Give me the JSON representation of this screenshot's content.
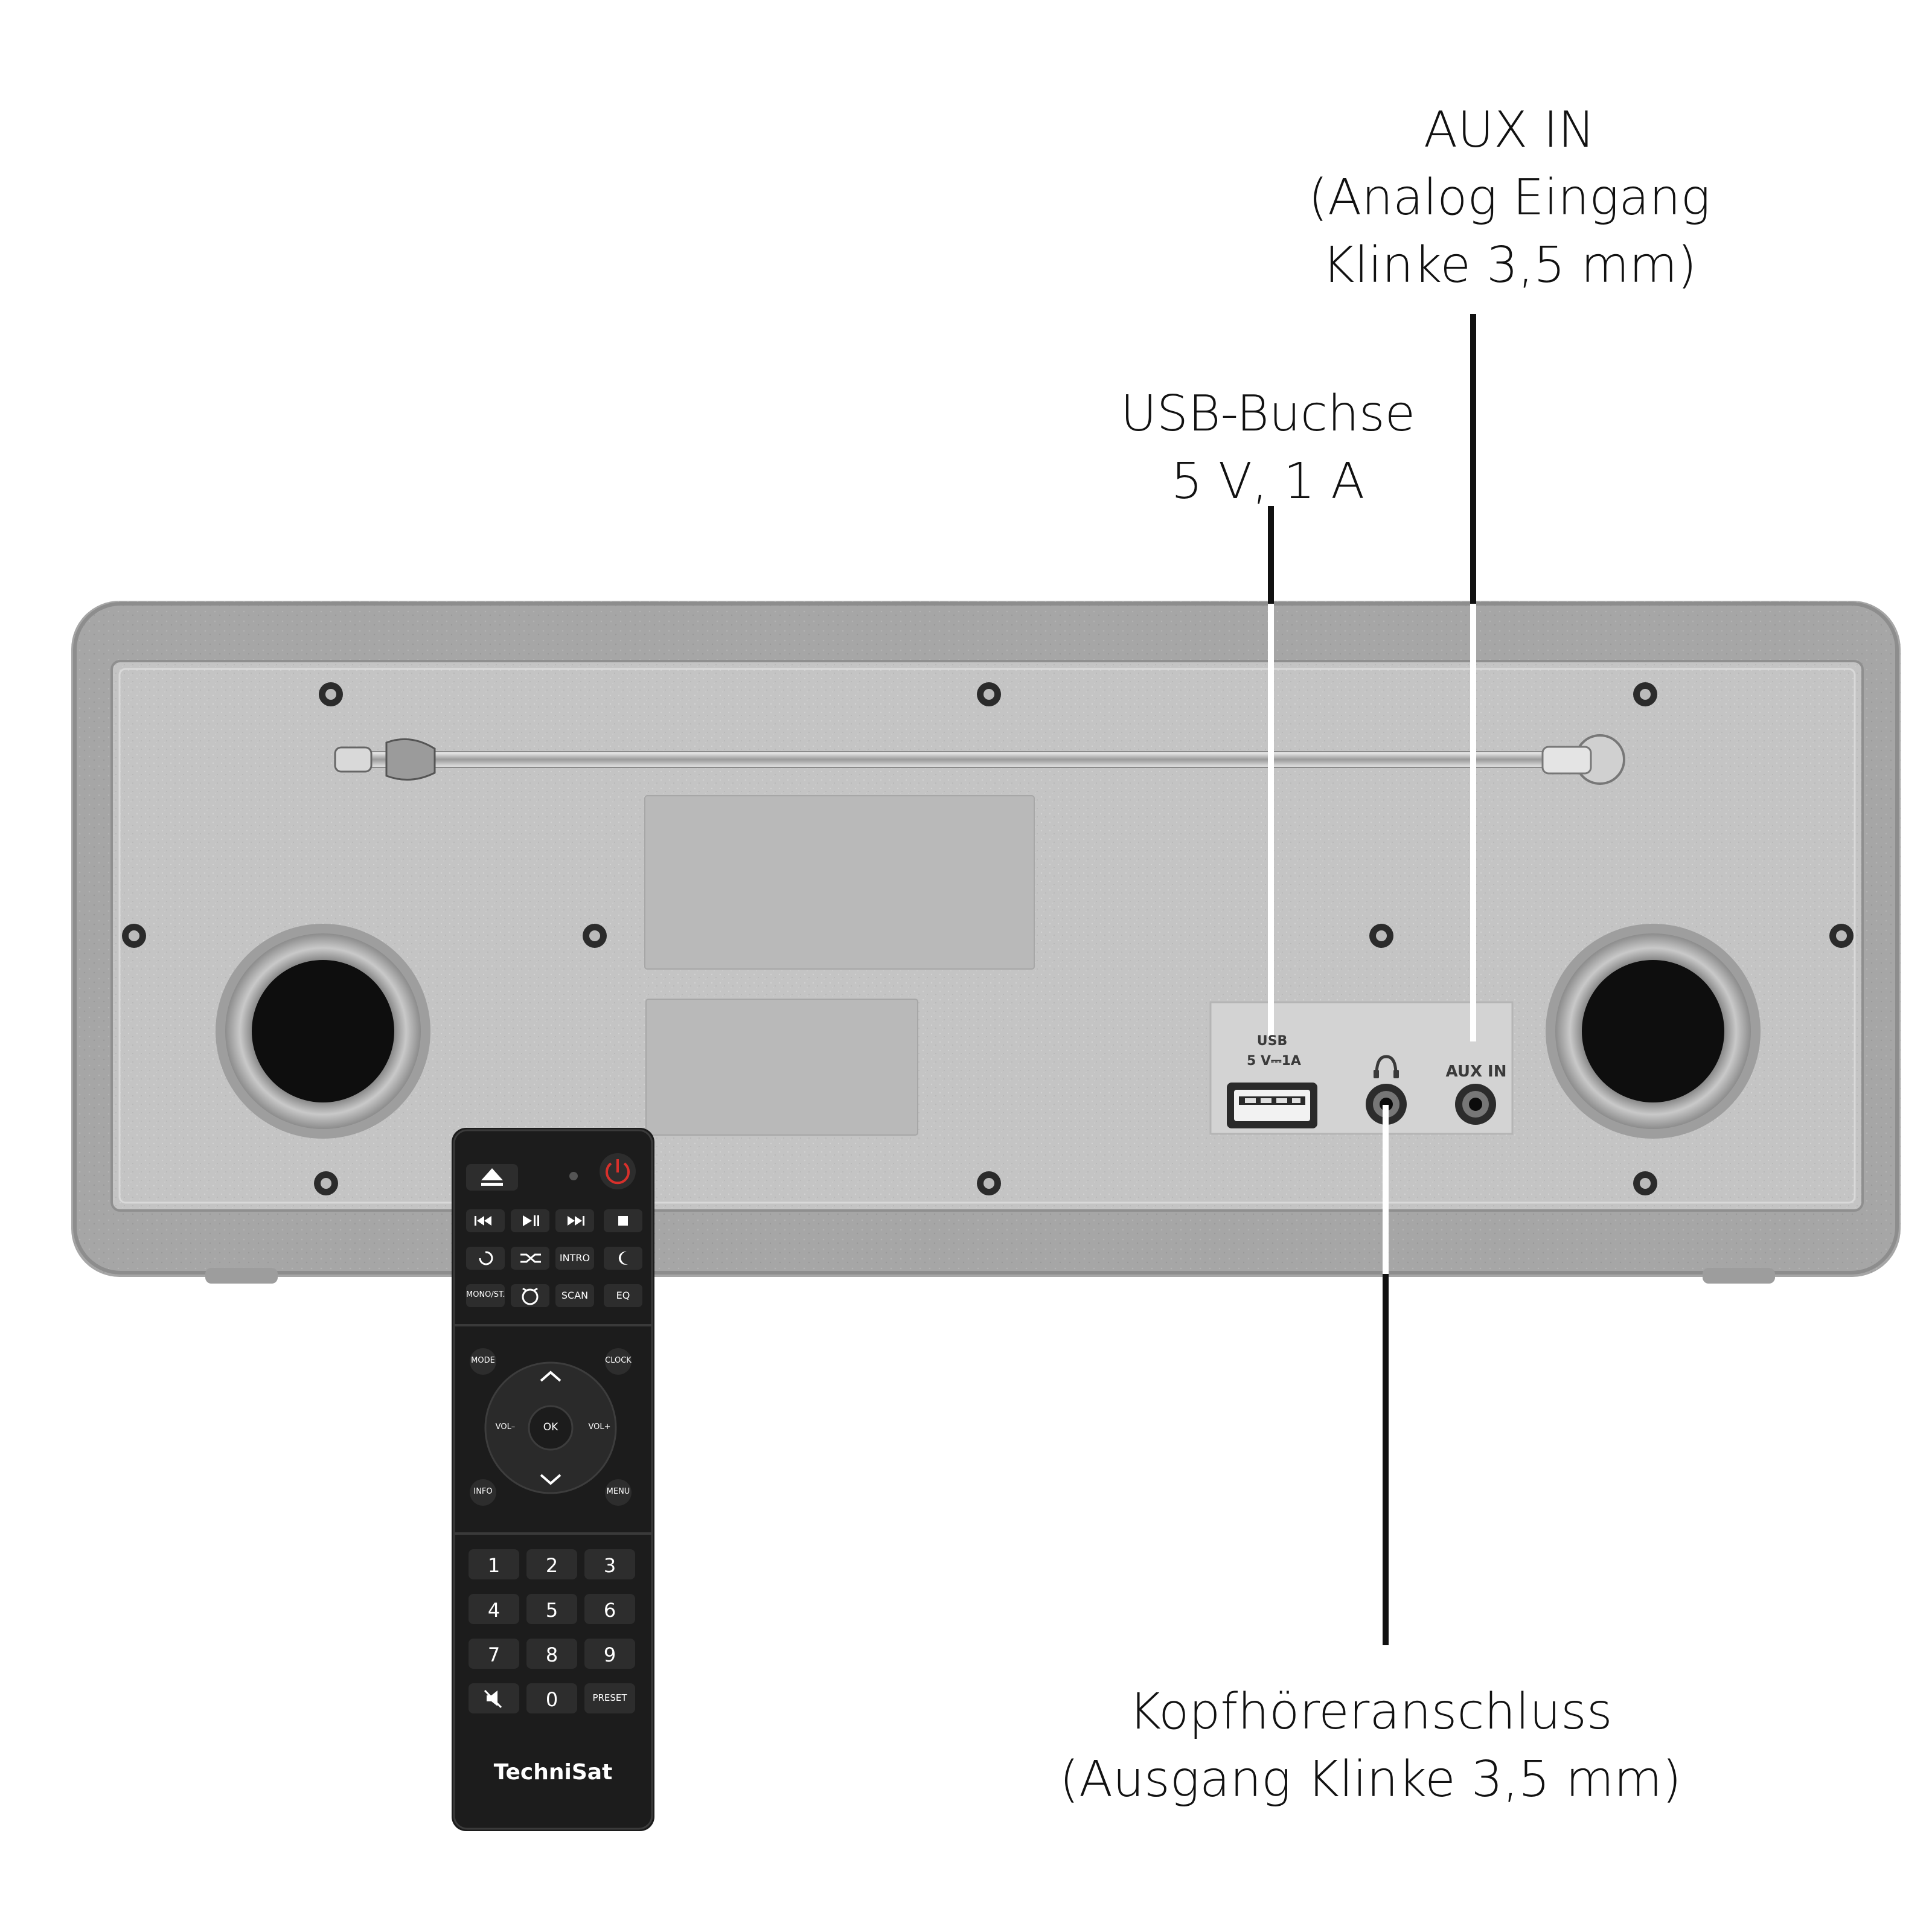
{
  "callouts": {
    "aux_in": {
      "line1": "AUX IN",
      "line2": "(Analog Eingang",
      "line3": "Klinke 3,5 mm)"
    },
    "usb": {
      "line1": "USB-Buchse",
      "line2": "5 V, 1 A"
    },
    "headphones": {
      "line1": "Kopfhöreranschluss",
      "line2": "(Ausgang Klinke 3,5 mm)"
    }
  },
  "port_panel": {
    "usb_label": "USB",
    "usb_rating": "5 V⎓1A",
    "aux_label": "AUX IN",
    "headphone_icon": "headphone-icon"
  },
  "remote": {
    "brand": "TechniSat",
    "row1": [
      "eject-icon",
      "led-icon",
      "power-icon"
    ],
    "row2": [
      "prev-icon",
      "play-pause-icon",
      "next-icon",
      "stop-icon"
    ],
    "row3_icons": [
      "repeat-icon",
      "shuffle-icon"
    ],
    "intro": "INTRO",
    "sleep_icon": "moon-icon",
    "mono_st": "MONO/ST.",
    "alarm_icon": "alarm-icon",
    "scan": "SCAN",
    "eq": "EQ",
    "mode": "MODE",
    "clock": "CLOCK",
    "vol_minus": "VOL–",
    "ok": "OK",
    "vol_plus": "VOL+",
    "info": "INFO",
    "menu": "MENU",
    "keys": [
      "1",
      "2",
      "3",
      "4",
      "5",
      "6",
      "7",
      "8",
      "9",
      "",
      "0",
      "PRESET"
    ],
    "mute_icon": "mute-icon"
  },
  "colors": {
    "housing": "#a9a9a9",
    "panel": "#c6c6c6",
    "remote": "#1e1e1e",
    "power": "#d8302b"
  }
}
